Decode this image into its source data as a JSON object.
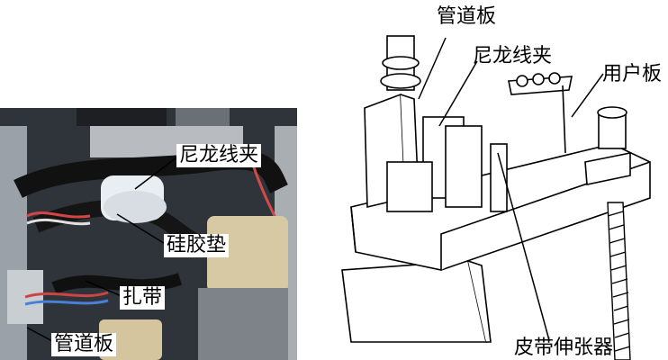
{
  "photo": {
    "labels": {
      "nylon_clamp": "尼龙线夹",
      "silicone_pad": "硅胶垫",
      "cable_tie": "扎带",
      "duct_plate": "管道板"
    }
  },
  "drawing": {
    "labels": {
      "duct_plate": "管道板",
      "nylon_clamp": "尼龙线夹",
      "user_plate": "用户板",
      "belt_tensioner": "皮带伸张器"
    }
  }
}
